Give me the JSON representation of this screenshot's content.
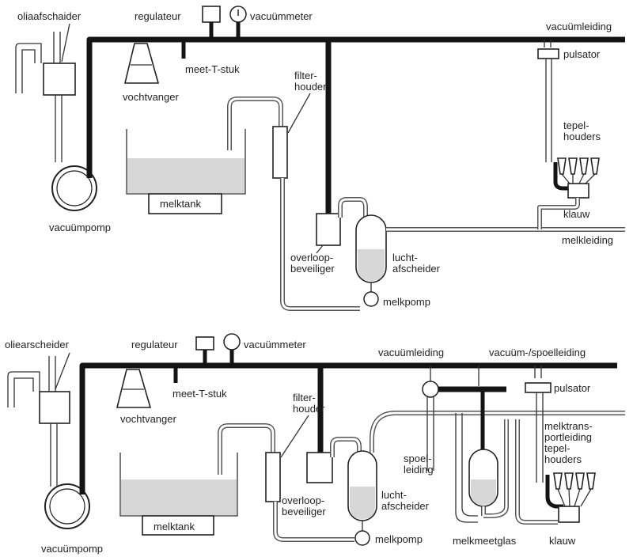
{
  "top": {
    "oil_separator": "oliaafschaider",
    "regulator": "regulateur",
    "vacuum_meter": "vacuümmeter",
    "vacuum_line": "vacuümleiding",
    "measuring_t_piece": "meet-T-stuk",
    "moisture_trap": "vochtvanger",
    "filter_holder_1": "filter-",
    "filter_holder_2": "houder",
    "pulsator": "pulsator",
    "teat_cups_1": "tepel-",
    "teat_cups_2": "houders",
    "milk_tank": "melktank",
    "claw": "klauw",
    "milk_line": "melkleiding",
    "vacuum_pump": "vacuümpomp",
    "overflow_1": "overloop-",
    "overflow_2": "beveiliger",
    "air_separator_1": "lucht-",
    "air_separator_2": "afscheider",
    "milk_pump": "melkpomp"
  },
  "bottom": {
    "oil_separator": "oliearscheider",
    "regulator": "regulateur",
    "vacuum_meter": "vacuümmeter",
    "vacuum_line": "vacuümleiding",
    "vacuum_flush_line": "vacuüm-/spoelleiding",
    "measuring_t_piece": "meet-T-stuk",
    "pulsator": "pulsator",
    "moisture_trap": "vochtvanger",
    "filter_holder_1": "filter-",
    "filter_holder_2": "houder",
    "milk_transport_1": "melktrans-",
    "milk_transport_2": "portleiding",
    "teat_cups_1": "tepel-",
    "teat_cups_2": "houders",
    "flush_line_1": "spoel-",
    "flush_line_2": "leiding",
    "milk_tank": "melktank",
    "overflow_1": "overloop-",
    "overflow_2": "beveiliger",
    "air_separator_1": "lucht-",
    "air_separator_2": "afscheider",
    "vacuum_pump": "vacuümpomp",
    "milk_pump": "melkpomp",
    "milk_meter_glass": "melkmeetglas",
    "claw": "klauw"
  }
}
